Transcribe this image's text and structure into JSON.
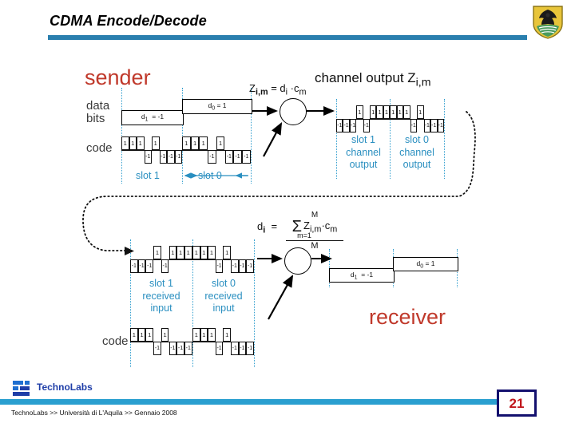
{
  "header": {
    "title": "CDMA Encode/Decode",
    "crest_alt": "university-crest"
  },
  "footer": {
    "logo_text_a": "Techno",
    "logo_text_b": "Labs",
    "note": "TechnoLabs  >> Università di L'Aquila >> Gennaio 2008",
    "page_number": "21"
  },
  "colors": {
    "title_rule": "#2a7fae",
    "footer_rule": "#2a9fd0",
    "accent_red": "#c0392b",
    "slot_label_blue": "#2a8fc0",
    "page_border": "#13106e",
    "page_text": "#c0161c"
  },
  "diagram": {
    "sender_label": "sender",
    "receiver_label": "receiver",
    "data_bits_label_line1": "data",
    "data_bits_label_line2": "bits",
    "code_label": "code",
    "code_label_receiver": "code",
    "encode_formula": "Z i,m = d i · c m",
    "channel_output_title": "channel output Z i,m",
    "decode_formula_lhs": "d i  =",
    "decode_formula_top": "M",
    "decode_formula_sum": "Σ",
    "decode_formula_sub": "m=1",
    "decode_formula_body": "Z i,m · c m",
    "decode_formula_den": "M",
    "sender": {
      "data_bits": [
        {
          "name": "d1",
          "label": "d",
          "sub": "1",
          "value": "= -1",
          "slot": 1
        },
        {
          "name": "d0",
          "label": "d",
          "sub": "0",
          "value": "= 1",
          "slot": 0
        }
      ],
      "slot_labels": [
        "slot 1",
        "slot 0"
      ],
      "code_sequence": [
        1,
        1,
        1,
        -1,
        1,
        -1,
        -1,
        -1
      ]
    },
    "channel": {
      "slot1_label_l1": "slot 1",
      "slot1_label_l2": "channel",
      "slot1_label_l3": "output",
      "slot0_label_l1": "slot 0",
      "slot0_label_l2": "channel",
      "slot0_label_l3": "output",
      "slot1_output": [
        -1,
        -1,
        -1,
        1,
        -1,
        1,
        1,
        1
      ],
      "slot0_output": [
        1,
        1,
        1,
        -1,
        1,
        -1,
        -1,
        -1
      ]
    },
    "receiver": {
      "slot1_label_l1": "slot 1",
      "slot1_label_l2": "received",
      "slot1_label_l3": "input",
      "slot0_label_l1": "slot 0",
      "slot0_label_l2": "received",
      "slot0_label_l3": "input",
      "slot1_input": [
        -1,
        -1,
        -1,
        1,
        -1,
        1,
        1,
        1
      ],
      "slot0_input": [
        1,
        1,
        1,
        -1,
        1,
        -1,
        -1,
        -1
      ],
      "code_sequence": [
        1,
        1,
        1,
        -1,
        1,
        -1,
        -1,
        -1
      ],
      "data_bits": [
        {
          "name": "d1",
          "label": "d",
          "sub": "1",
          "value": "= -1",
          "slot": 1
        },
        {
          "name": "d0",
          "label": "d",
          "sub": "0",
          "value": "= 1",
          "slot": 0
        }
      ]
    }
  }
}
